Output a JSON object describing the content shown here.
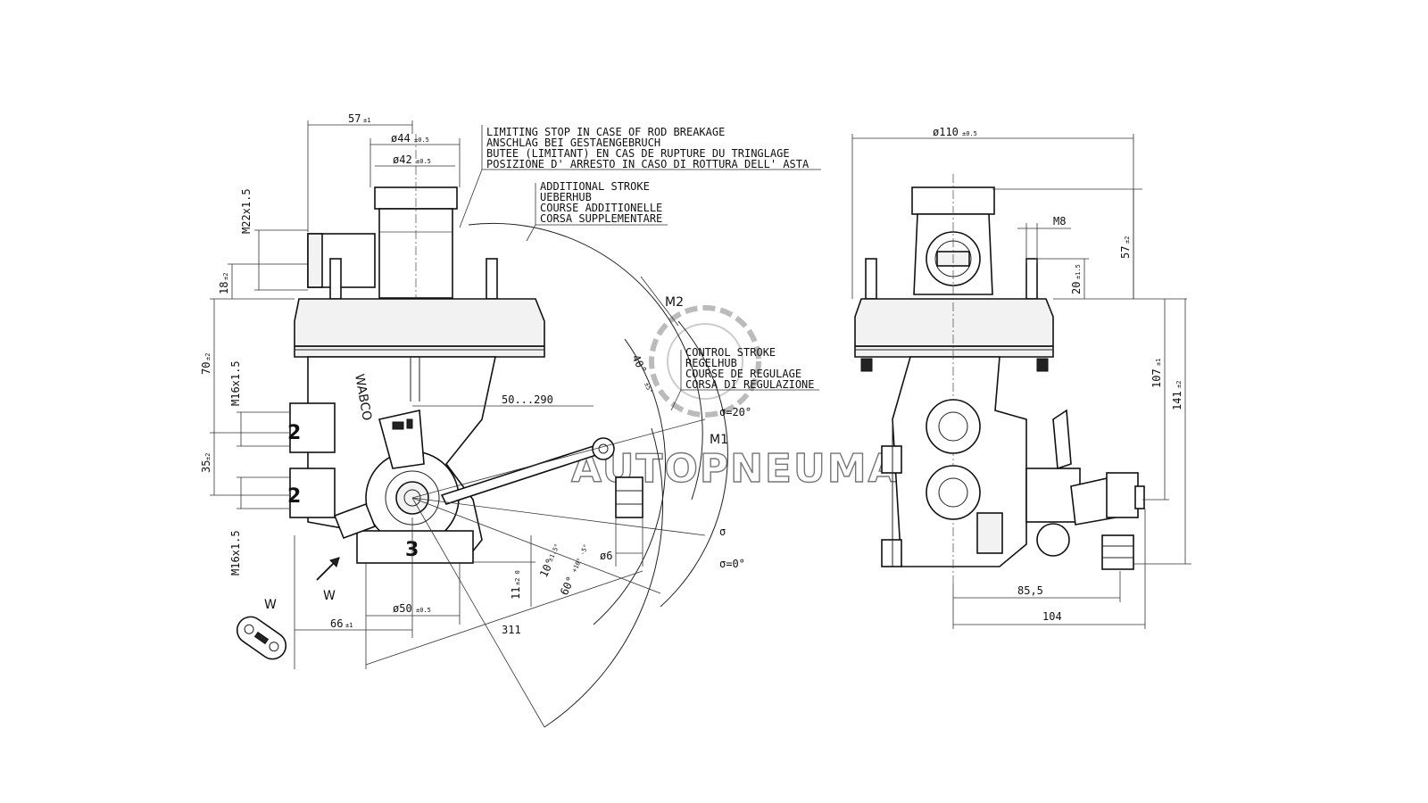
{
  "watermark": "AUTOPNEUMAT",
  "notes": {
    "limiting_stop": [
      "LIMITING STOP IN CASE OF ROD BREAKAGE",
      "ANSCHLAG BEI GESTAENGEBRUCH",
      "BUTEE (LIMITANT) EN CAS DE RUPTURE DU TRINGLAGE",
      "POSIZIONE D' ARRESTO IN CASO DI ROTTURA DELL' ASTA"
    ],
    "additional_stroke": [
      "ADDITIONAL STROKE",
      "UEBERHUB",
      "COURSE ADDITIONELLE",
      "CORSA SUPPLEMENTARE"
    ],
    "control_stroke": [
      "CONTROL STROKE",
      "REGELHUB",
      "COURSE DE REGULAGE",
      "CORSA DI REGULAZIONE"
    ]
  },
  "left_view": {
    "dims": {
      "d57": "57",
      "d57_tol": "±1",
      "d44": "ø44",
      "d44_tol": "±0.5",
      "d42": "ø42",
      "d42_tol": "±0.5",
      "m22": "M22x1.5",
      "d18": "18",
      "d18_tol": "±2",
      "d70": "70",
      "d70_tol": "±2",
      "m16a": "M16x1.5",
      "d35": "35",
      "d35_tol": "±2",
      "m16b": "M16x1.5",
      "range": "50...290",
      "d6": "ø6",
      "d11": "11",
      "d11_tol": "±2\n0",
      "d50": "ø50",
      "d50_tol": "±0.5",
      "d66": "66",
      "d66_tol": "±1",
      "d311": "311",
      "a10": "10°",
      "a10_tol": "±1.5°",
      "a40": "40°",
      "a40_tol": "±5°",
      "a60": "60°",
      "a60_tol": "+10°\n-5°"
    },
    "labels": {
      "m1": "M1",
      "m2": "M2",
      "sigma": "σ",
      "sigma20": "σ=20°",
      "sigma0": "σ=0°",
      "port2a": "2",
      "port2b": "2",
      "port3": "3",
      "w_arrow": "W",
      "w_detail": "W",
      "brand": "WABCO"
    }
  },
  "right_view": {
    "dims": {
      "d110": "ø110",
      "d110_tol": "±0.5",
      "m8": "M8",
      "d57": "57",
      "d57_tol": "±2",
      "d20": "20",
      "d20_tol": "±1.5",
      "d107": "107",
      "d107_tol": "±1",
      "d141": "141",
      "d141_tol": "±2",
      "d85": "85,5",
      "d104": "104"
    }
  }
}
